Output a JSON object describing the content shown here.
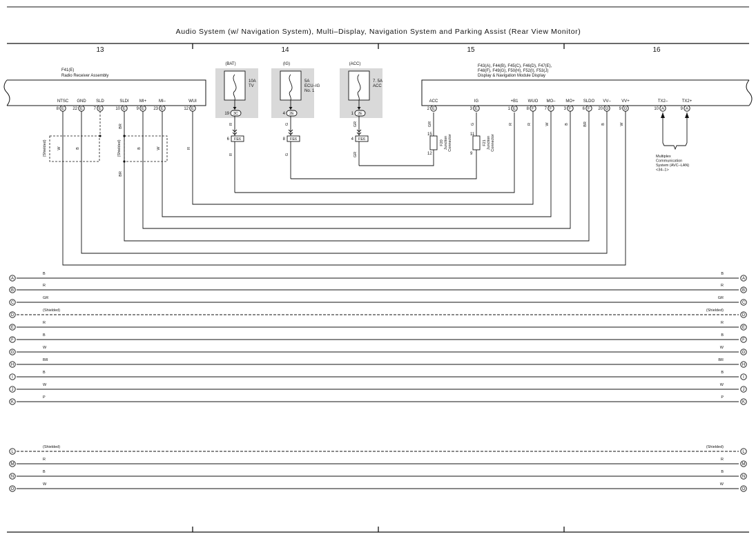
{
  "title": "Audio System (w/ Navigation System), Multi–Display, Navigation System and Parking Assist (Rear View Monitor)",
  "sections": [
    "13",
    "14",
    "15",
    "16"
  ],
  "radio": {
    "ref": "F41(E)",
    "name": "Radio Receiver Assembly",
    "pins": [
      {
        "label": "NTSC",
        "num": "8",
        "conn": "E"
      },
      {
        "label": "GND",
        "num": "22",
        "conn": "E"
      },
      {
        "label": "SLD",
        "num": "7",
        "conn": "E"
      },
      {
        "label": "SLDI",
        "num": "10",
        "conn": "E"
      },
      {
        "label": "MI+",
        "num": "9",
        "conn": "E"
      },
      {
        "label": "MI–",
        "num": "23",
        "conn": "E"
      },
      {
        "label": "WUI",
        "num": "12",
        "conn": "E"
      }
    ]
  },
  "shield_groups": [
    {
      "label": "(Shielded)",
      "colors": [
        "W",
        "B"
      ]
    },
    {
      "label": "(Shielded)",
      "colors": [
        "B",
        "W"
      ]
    }
  ],
  "radio_wire_colors": {
    "sldi": "BR",
    "sldi_lower": "BR",
    "wui": "R"
  },
  "fuses": [
    {
      "source": "(BAT)",
      "line1": "10A",
      "line2": "TV",
      "line3": "",
      "pin": "19",
      "conn": "3C",
      "wire": "R",
      "junction_pin": "6",
      "junction": "FE6",
      "lower_wire": "R"
    },
    {
      "source": "(IG)",
      "line1": "5A",
      "line2": "ECU–IG",
      "line3": "No. 1",
      "pin": "4",
      "conn": "2E",
      "wire": "G",
      "junction_pin": "8",
      "junction": "FE6",
      "lower_wire": "G"
    },
    {
      "source": "(ACC)",
      "line1": "7. 5A",
      "line2": "ACC",
      "line3": "",
      "pin": "1",
      "conn": "2E",
      "wire": "GR",
      "junction_pin": "4",
      "junction": "FE6",
      "lower_wire": "GR"
    }
  ],
  "display": {
    "refs_line1": "F43(A), F44(B), F45(C), F46(D), F47(E),",
    "refs_line2": "F48(F), F49(G), F50(H), F52(I), F53(J)",
    "name": "Display & Navigation Module Display",
    "pins": [
      {
        "label": "ACC",
        "num": "2",
        "conn": "E",
        "wire": "GR"
      },
      {
        "label": "IG",
        "num": "3",
        "conn": "E",
        "wire": "G"
      },
      {
        "label": "+B1",
        "num": "1",
        "conn": "E",
        "wire": "R"
      },
      {
        "label": "WUO",
        "num": "8",
        "conn": "F",
        "wire": "R"
      },
      {
        "label": "MO–",
        "num": "7",
        "conn": "F",
        "wire": "W"
      },
      {
        "label": "MO+",
        "num": "3",
        "conn": "F",
        "wire": "B"
      },
      {
        "label": "SLDO",
        "num": "6",
        "conn": "F",
        "wire": "BR"
      },
      {
        "label": "VV–",
        "num": "20",
        "conn": "G",
        "wire": "B"
      },
      {
        "label": "VV+",
        "num": "9",
        "conn": "G",
        "wire": "W"
      }
    ],
    "tx_pins": [
      {
        "label": "TX2–",
        "num": "10",
        "conn": "A"
      },
      {
        "label": "TX2+",
        "num": "9",
        "conn": "A"
      }
    ]
  },
  "junctions": [
    {
      "ref": "F20",
      "name1": "Junction",
      "name2": "Connector",
      "pin_top": "15",
      "pin_bottom": "12"
    },
    {
      "ref": "F21",
      "name1": "Junction",
      "name2": "Connector",
      "pin_top": "11",
      "pin_bottom": "9"
    }
  ],
  "multiplex": [
    "Multiplex",
    "Communication",
    "System (AVC–LAN)",
    "<34–1>"
  ],
  "buses": [
    {
      "id": "A",
      "color": "B",
      "shielded": false
    },
    {
      "id": "B",
      "color": "R",
      "shielded": false
    },
    {
      "id": "C",
      "color": "GR",
      "shielded": false
    },
    {
      "id": "D",
      "color": "(Shielded)",
      "shielded": true
    },
    {
      "id": "E",
      "color": "R",
      "shielded": false
    },
    {
      "id": "F",
      "color": "B",
      "shielded": false
    },
    {
      "id": "G",
      "color": "W",
      "shielded": false
    },
    {
      "id": "H",
      "color": "BR",
      "shielded": false
    },
    {
      "id": "I",
      "color": "B",
      "shielded": false
    },
    {
      "id": "J",
      "color": "W",
      "shielded": false
    },
    {
      "id": "K",
      "color": "P",
      "shielded": false
    },
    {
      "id": "L",
      "color": "(Shielded)",
      "shielded": true
    },
    {
      "id": "M",
      "color": "R",
      "shielded": false
    },
    {
      "id": "N",
      "color": "B",
      "shielded": false
    },
    {
      "id": "O",
      "color": "W",
      "shielded": false
    }
  ],
  "colors": {
    "ink": "#111111",
    "fuse_box": "#d9d9d9"
  }
}
